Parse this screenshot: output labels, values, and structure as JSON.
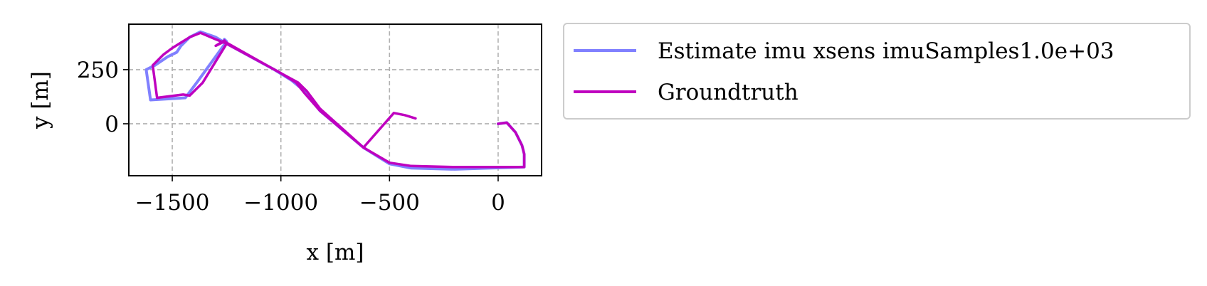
{
  "chart_data": {
    "type": "line",
    "title": "",
    "xlabel": "x [m]",
    "ylabel": "y [m]",
    "xlim": [
      -1700,
      200
    ],
    "ylim": [
      -240,
      460
    ],
    "xticks": [
      {
        "value": -1500,
        "label": "−1500"
      },
      {
        "value": -1000,
        "label": "−1000"
      },
      {
        "value": -500,
        "label": "−500"
      },
      {
        "value": 0,
        "label": "0"
      }
    ],
    "yticks": [
      {
        "value": 0,
        "label": "0"
      },
      {
        "value": 250,
        "label": "250"
      }
    ],
    "grid": true,
    "legend_position": "outside-right",
    "series": [
      {
        "name": "Estimate imu xsens imuSamples1.0e+03",
        "color": "#8080ff",
        "x": [
          0,
          40,
          80,
          110,
          120,
          120,
          -200,
          -400,
          -500,
          -620,
          -820,
          -890,
          -950,
          -1030,
          -1250,
          -1300,
          -1370,
          -1420,
          -1460,
          -1480,
          -1520,
          -1580,
          -1620,
          -1600,
          -1440,
          -1380,
          -1250,
          -1260
        ],
        "y": [
          0,
          5,
          -40,
          -100,
          -140,
          -200,
          -210,
          -205,
          -185,
          -110,
          60,
          150,
          200,
          250,
          370,
          400,
          425,
          400,
          360,
          330,
          310,
          270,
          250,
          110,
          120,
          200,
          380,
          390
        ]
      },
      {
        "name": "Groundtruth",
        "color": "#bf00bf",
        "x": [
          0,
          40,
          80,
          110,
          120,
          120,
          -200,
          -400,
          -500,
          -620,
          -820,
          -890,
          -930,
          -1010,
          -1250,
          -1300,
          -1370,
          -1420,
          -1460,
          -1500,
          -1540,
          -1590,
          -1570,
          -1450,
          -1420,
          -1360,
          -1250,
          -1260,
          -1300,
          -1260,
          -1030,
          -920,
          -880,
          -820,
          -620,
          -480,
          -430,
          -380
        ],
        "y": [
          0,
          5,
          -40,
          -100,
          -140,
          -200,
          -200,
          -195,
          -180,
          -110,
          60,
          140,
          190,
          240,
          370,
          390,
          420,
          400,
          375,
          350,
          320,
          270,
          120,
          135,
          130,
          190,
          370,
          385,
          360,
          380,
          250,
          190,
          150,
          70,
          -110,
          50,
          40,
          25
        ]
      }
    ]
  }
}
